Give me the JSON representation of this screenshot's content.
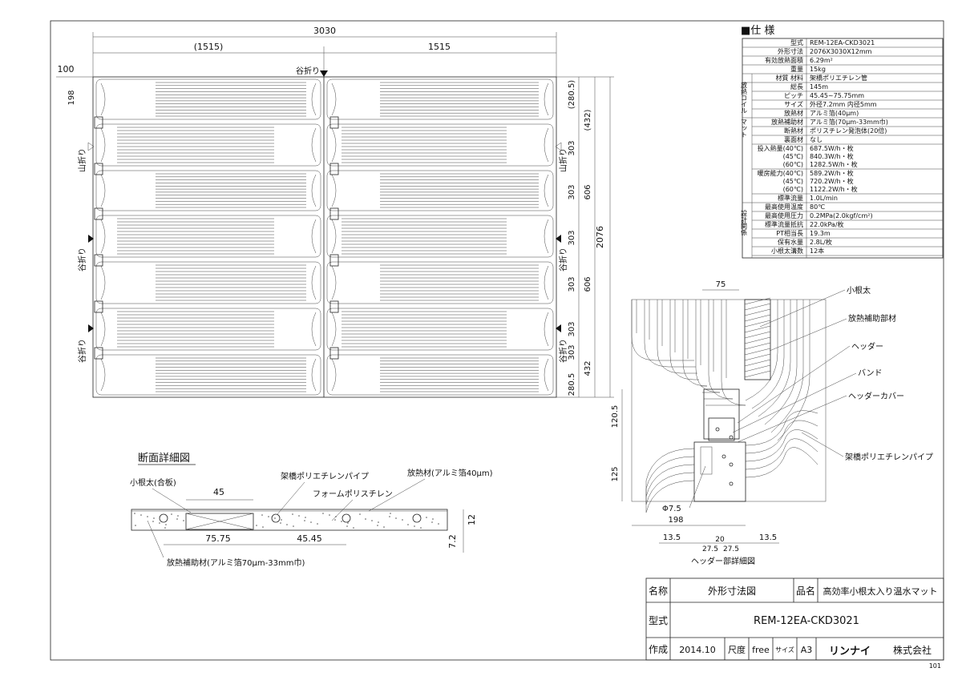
{
  "overall_dims": {
    "width_total": "3030",
    "half_left": "(1515)",
    "half_right": "1515",
    "offset_100": "100",
    "header_198": "198",
    "fold_label": "谷折り",
    "height_total": "2076",
    "right_dims": [
      "(280.5)",
      "(432)",
      "303",
      "303",
      "606",
      "303",
      "303",
      "606",
      "303",
      "303",
      "432",
      "280.5"
    ],
    "mountain_fold": "山折り",
    "valley_fold": "谷折り"
  },
  "spec": {
    "title": "■仕 様",
    "rows": [
      {
        "label": "型式",
        "value": "REM-12EA-CKD3021"
      },
      {
        "label": "外形寸法",
        "value": "2076X3030X12mm"
      },
      {
        "label": "有効放熱面積",
        "value": "6.29m²"
      },
      {
        "label": "重量",
        "value": "15kg"
      },
      {
        "group": "放熱コイル",
        "label": "材質 材料",
        "value": "架橋ポリエチレン管"
      },
      {
        "label": "総長",
        "value": "145m"
      },
      {
        "label": "ピッチ",
        "value": "45.45~75.75mm"
      },
      {
        "label": "サイズ",
        "value": "外径7.2mm 内径5mm"
      },
      {
        "group": "マット",
        "label": "放熱材",
        "value": "アルミ箔(40μm)"
      },
      {
        "label": "放熱補助材",
        "value": "アルミ箔(70μm-33mm巾)"
      },
      {
        "label": "断熱材",
        "value": "ポリスチレン発泡体(20倍)"
      },
      {
        "label": "裏面材",
        "value": "なし"
      },
      {
        "label": "投入熱量(40℃)\n(45℃)\n(60℃)",
        "value": "687.5W/h・枚\n840.3W/h・枚\n1282.5W/h・枚"
      },
      {
        "label": "暖房能力(40℃)\n(45℃)\n(60℃)",
        "value": "589.2W/h・枚\n720.2W/h・枚\n1122.2W/h・枚"
      },
      {
        "group": "設計関係",
        "label": "標準流量",
        "value": "1.0L/min"
      },
      {
        "label": "最高使用温度",
        "value": "80℃"
      },
      {
        "label": "最高使用圧力",
        "value": "0.2MPa(2.0kgf/cm²)"
      },
      {
        "label": "標準流量抵抗",
        "value": "22.0kPa/枚"
      },
      {
        "label": "PT相当長",
        "value": "19.3m"
      },
      {
        "label": "保有水量",
        "value": "2.8L/枚"
      },
      {
        "label": "小根太溝数",
        "value": "12本"
      }
    ],
    "groups": [
      "放熱コイル",
      "マット",
      "設計関係"
    ]
  },
  "section": {
    "title": "断面詳細図",
    "joist": "小根太(合板)",
    "pipe": "架橋ポリエチレンパイプ",
    "foam": "フォームポリスチレン",
    "foil": "放熱材(アルミ箔40μm)",
    "aux": "放熱補助材(アルミ箔70μm-33mm巾)",
    "dim45": "45",
    "dim7575": "75.75",
    "dim4545": "45.45",
    "dim12": "12",
    "dim72": "7.2"
  },
  "header_detail": {
    "title": "ヘッダー部詳細図",
    "labels": [
      "小根太",
      "放熱補助部材",
      "ヘッダー",
      "バンド",
      "ヘッダーカバー",
      "架橋ポリエチレンパイプ"
    ],
    "dim75": "75",
    "dim1205": "120.5",
    "dim125": "125",
    "dim_phi": "Φ7.5",
    "dim198": "198",
    "dim135a": "13.5",
    "dim20": "20",
    "dim135b": "13.5",
    "dim275a": "27.5",
    "dim275b": "27.5"
  },
  "title_block": {
    "name_label": "名称",
    "name_value": "外形寸法図",
    "product_label": "品名",
    "product_value": "高効率小根太入り温水マット",
    "model_label": "型式",
    "model_value": "REM-12EA-CKD3021",
    "made_label": "作成",
    "made_value": "2014.10",
    "scale_label": "尺度",
    "scale_value": "free",
    "size_label": "サイズ",
    "size_value": "A3",
    "brand": "リンナイ",
    "company": "株式会社",
    "sheet_no": "101"
  }
}
